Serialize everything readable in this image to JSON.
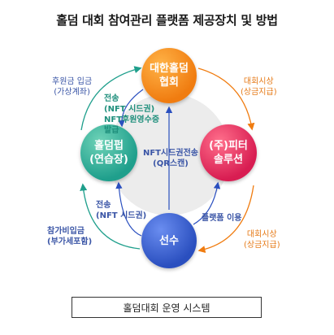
{
  "title": "홀덤 대회 참여관리 플랫폼 제공장치 및 방법",
  "nodes": {
    "association": [
      "대한홀덤",
      "협회"
    ],
    "holdem_pub": [
      "홀덤펍",
      "(연습장)"
    ],
    "peter_solution": [
      "(주)피터",
      "솔루션"
    ],
    "player": "선수"
  },
  "labels": {
    "sponsor_deposit": [
      "후원금 입금",
      "(가상계좌)"
    ],
    "transfer_receipt": [
      "전송",
      "(NFT 시드권)",
      "NFT후원영수증",
      "발급"
    ],
    "center": [
      "NFT시드권전송",
      "(QR스캔)"
    ],
    "prize_top": [
      "대회시상",
      "(상금지급)"
    ],
    "transfer_seed": [
      "전송",
      "(NFT 시드권)"
    ],
    "platform_use": "플랫폼 이용",
    "entry_fee": [
      "참가비입금",
      "(부가세포함)"
    ],
    "prize_bottom": [
      "대회시상",
      "(상금지급)"
    ]
  },
  "footer": "홀덤대회 운영 시스템",
  "colors": {
    "orange": "#f07c10",
    "teal": "#1f9f8c",
    "pink": "#d81d52",
    "blue": "#2a4fbf",
    "ring": "#ececec"
  }
}
